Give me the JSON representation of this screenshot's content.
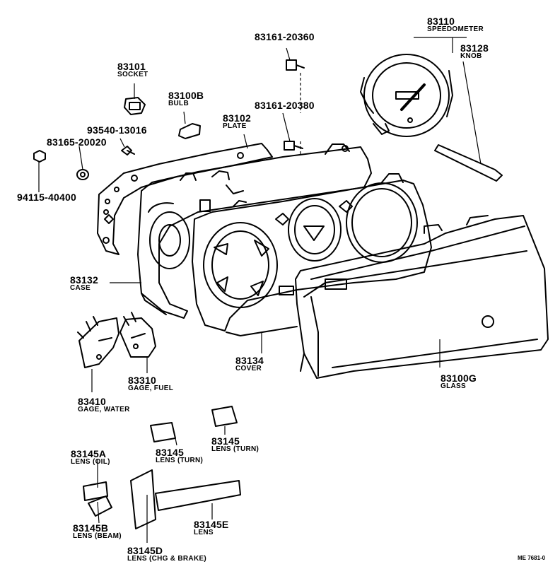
{
  "diagram_code": "ME 7681-0",
  "parts": {
    "p83110": {
      "number": "83110",
      "name": "SPEEDOMETER"
    },
    "p83128": {
      "number": "83128",
      "name": "KNOB"
    },
    "p83161a": {
      "number": "83161-20360"
    },
    "p83161b": {
      "number": "83161-20380"
    },
    "p83101": {
      "number": "83101",
      "name": "SOCKET"
    },
    "p83100b": {
      "number": "83100B",
      "name": "BULB"
    },
    "p83102": {
      "number": "83102",
      "name": "PLATE"
    },
    "p93540": {
      "number": "93540-13016"
    },
    "p83165": {
      "number": "83165-20020"
    },
    "p94115": {
      "number": "94115-40400"
    },
    "p83132": {
      "number": "83132",
      "name": "CASE"
    },
    "p83134": {
      "number": "83134",
      "name": "COVER"
    },
    "p83100g": {
      "number": "83100G",
      "name": "GLASS"
    },
    "p83310": {
      "number": "83310",
      "name": "GAGE, FUEL"
    },
    "p83410": {
      "number": "83410",
      "name": "GAGE, WATER"
    },
    "p83145a": {
      "number": "83145A",
      "name": "LENS (OIL)"
    },
    "p83145_1": {
      "number": "83145",
      "name": "LENS (TURN)"
    },
    "p83145_2": {
      "number": "83145",
      "name": "LENS (TURN)"
    },
    "p83145b": {
      "number": "83145B",
      "name": "LENS (BEAM)"
    },
    "p83145e": {
      "number": "83145E",
      "name": "LENS"
    },
    "p83145d": {
      "number": "83145D",
      "name": "LENS (CHG & BRAKE)"
    }
  }
}
